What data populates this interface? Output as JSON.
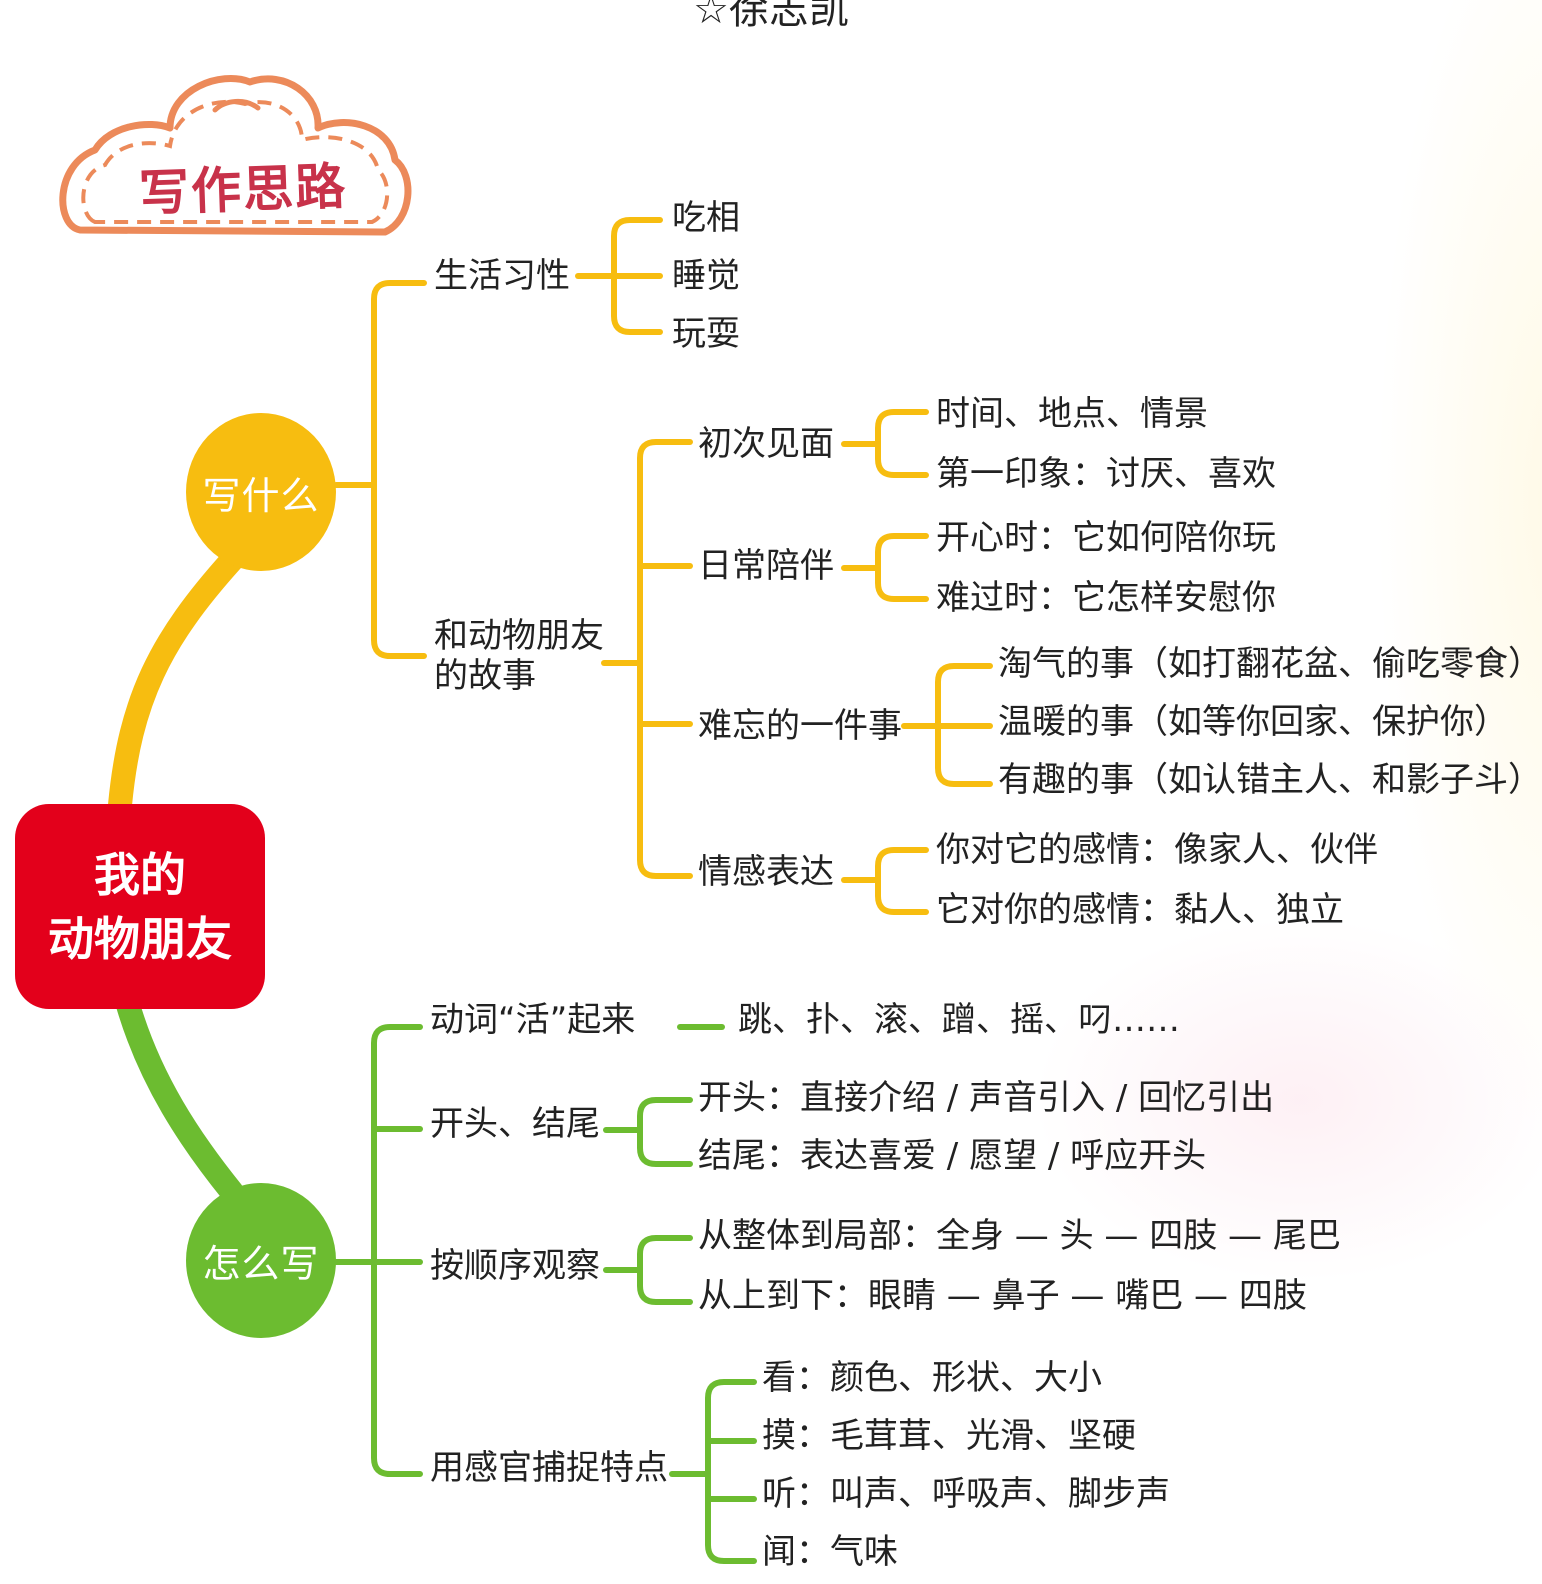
{
  "author": "☆徐志凯",
  "badge_title": "写作思路",
  "center": {
    "line1": "我的",
    "line2": "动物朋友"
  },
  "branches": {
    "what": {
      "label": "写什么",
      "habits": {
        "label": "生活习性",
        "items": [
          "吃相",
          "睡觉",
          "玩耍"
        ]
      },
      "story": {
        "label_line1": "和动物朋友",
        "label_line2": "的故事",
        "first_meet": {
          "label": "初次见面",
          "items": [
            "时间、地点、情景",
            "第一印象：讨厌、喜欢"
          ]
        },
        "daily": {
          "label": "日常陪伴",
          "items": [
            "开心时：它如何陪你玩",
            "难过时：它怎样安慰你"
          ]
        },
        "memorable": {
          "label": "难忘的一件事",
          "items": [
            "淘气的事（如打翻花盆、偷吃零食）",
            "温暖的事（如等你回家、保护你）",
            "有趣的事（如认错主人、和影子斗）"
          ]
        },
        "emotion": {
          "label": "情感表达",
          "items": [
            "你对它的感情：像家人、伙伴",
            "它对你的感情：黏人、独立"
          ]
        }
      }
    },
    "how": {
      "label": "怎么写",
      "verbs": {
        "label": "动词“活”起来",
        "detail": "跳、扑、滚、蹭、摇、叼……"
      },
      "open_close": {
        "label": "开头、结尾",
        "items": [
          "开头：直接介绍 / 声音引入 / 回忆引出",
          "结尾：表达喜爱 / 愿望 / 呼应开头"
        ]
      },
      "order": {
        "label": "按顺序观察",
        "items": [
          "从整体到局部：全身 — 头 — 四肢 — 尾巴",
          "从上到下：眼睛 — 鼻子 — 嘴巴 — 四肢"
        ]
      },
      "senses": {
        "label": "用感官捕捉特点",
        "items": [
          "看：颜色、形状、大小",
          "摸：毛茸茸、光滑、坚硬",
          "听：叫声、呼吸声、脚步声",
          "闻：气味"
        ]
      }
    }
  },
  "colors": {
    "yellow": "#f7bd10",
    "green": "#6cbc30",
    "red": "#e3001b",
    "cloud": "#ec8a5a",
    "cloud_text": "#c8324a"
  }
}
